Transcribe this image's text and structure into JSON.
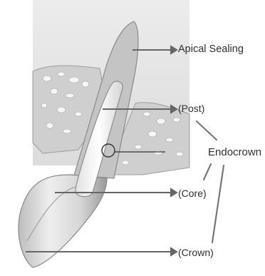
{
  "labels": {
    "apical_sealing": "Apical Sealing",
    "post": "(Post)",
    "endocrown": "Endocrown",
    "core": "(Core)",
    "crown": "(Crown)"
  },
  "colors": {
    "background": "#ffffff",
    "bone_region": "#e6e6e6",
    "tooth": "#d8d8d8",
    "post": "#f4f4f4",
    "lines": "#666666",
    "text": "#2f2f2f"
  }
}
